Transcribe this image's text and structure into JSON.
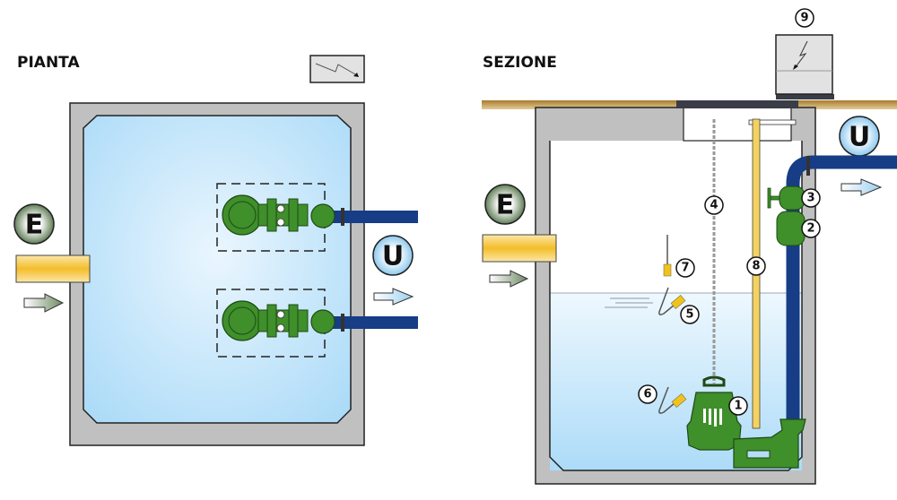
{
  "plan_view": {
    "title": "PIANTA",
    "inlet_label": "E",
    "outlet_label": "U"
  },
  "section_view": {
    "title": "SEZIONE",
    "inlet_label": "E",
    "outlet_label": "U",
    "callouts": [
      {
        "id": "pump",
        "label": "1"
      },
      {
        "id": "check-valve",
        "label": "2"
      },
      {
        "id": "gate-valve",
        "label": "3"
      },
      {
        "id": "lifting-chain",
        "label": "4"
      },
      {
        "id": "float-switch-start",
        "label": "5"
      },
      {
        "id": "float-switch-stop",
        "label": "6"
      },
      {
        "id": "alarm-level-sensor",
        "label": "7"
      },
      {
        "id": "guide-rail",
        "label": "8"
      },
      {
        "id": "control-panel",
        "label": "9"
      }
    ]
  },
  "colors": {
    "water": "#b3ddf8",
    "concrete": "#c0c0c0",
    "pipe": "#163d85",
    "pump": "#3f8f2b",
    "inlet_pipe": "#f5c542",
    "ground": "#a87b2c"
  }
}
